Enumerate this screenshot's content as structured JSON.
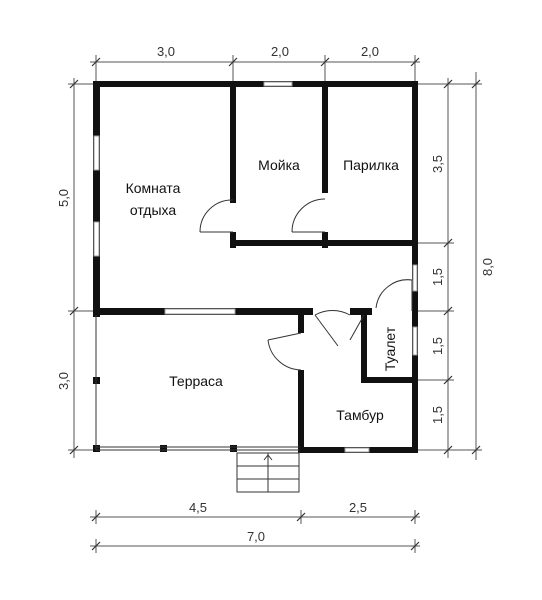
{
  "dimensions": {
    "top": [
      "3,0",
      "2,0",
      "2,0"
    ],
    "left": [
      "5,0",
      "3,0"
    ],
    "right_inner": [
      "3,5",
      "1,5",
      "1,5",
      "1,5"
    ],
    "right_total": "8,0",
    "bottom_parts": [
      "4,5",
      "2,5"
    ],
    "bottom_total": "7,0"
  },
  "rooms": {
    "rest_room": [
      "Комната",
      "отдыха"
    ],
    "washroom": "Мойка",
    "steam_room": "Парилка",
    "terrace": "Терраса",
    "toilet": "Туалет",
    "vestibule": "Тамбур"
  }
}
